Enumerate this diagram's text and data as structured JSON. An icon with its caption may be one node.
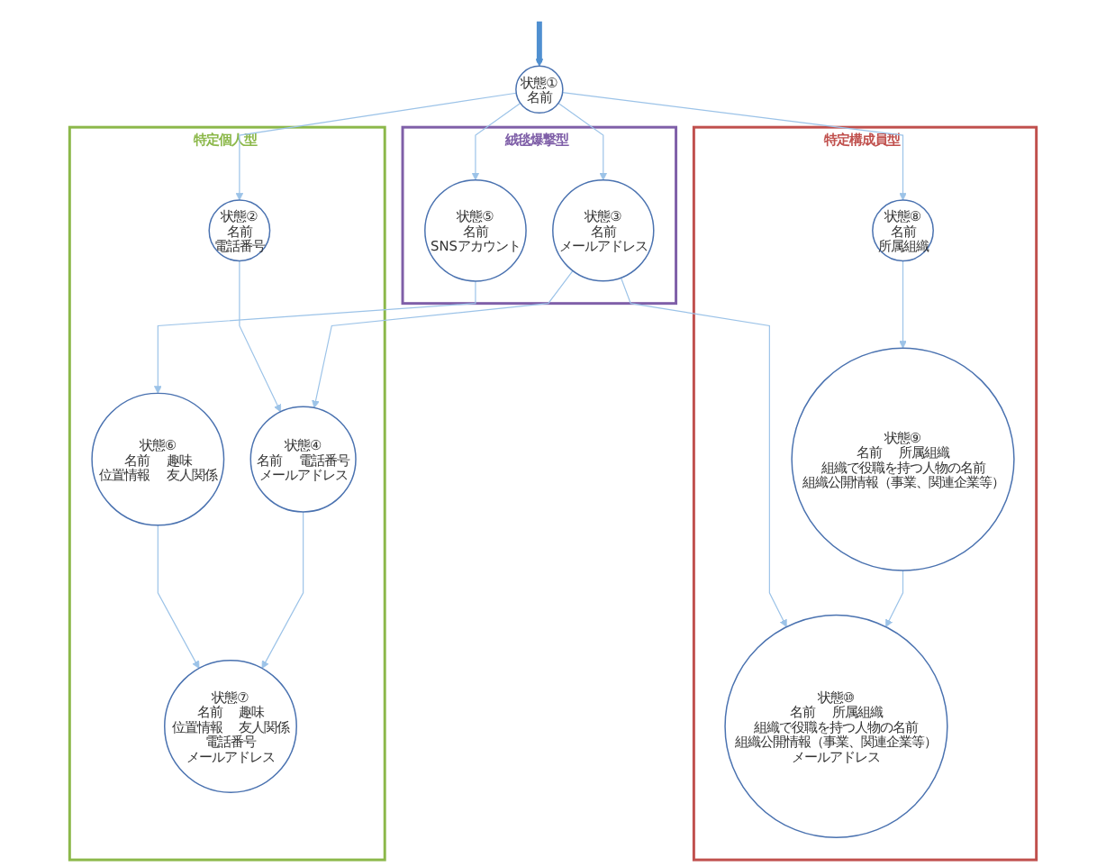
{
  "diagram": {
    "nodes": [
      {
        "text": [
          "状態①",
          "名前"
        ]
      },
      {
        "text": [
          "絨毯爆撃型"
        ]
      },
      {
        "text": [
          "特定構成員型"
        ]
      },
      {
        "text": [
          "状態⑤",
          "名前",
          "SNSアカウント"
        ],
        "in": 1
      },
      {
        "text": [
          "特定個人型"
        ]
      },
      {
        "text": [
          "状態②",
          "名前",
          "電話番号"
        ],
        "in": 4
      },
      {
        "text": [
          "状態③",
          "名前",
          "メールアドレス"
        ],
        "in": 1
      },
      {
        "text": [
          "状態⑧",
          "名前",
          "所属組織"
        ],
        "in": 2
      },
      {
        "text": [
          "状態⑥",
          "名前",
          "趣味",
          "位置情報",
          "友人関係"
        ],
        "in": 4
      },
      {
        "text": [
          "状態④",
          "名前",
          "電話番号",
          "メールアドレス"
        ],
        "in": 4
      },
      {
        "text": [
          "状態⑨",
          "名前",
          "所属組織",
          "組織で役職を持つ人物の名前",
          "組織公開情報（事業、関連企業等）"
        ],
        "in": 2
      },
      {
        "text": [
          "状態⑦",
          "名前",
          "趣味",
          "位置情報",
          "友人関係",
          "電話番号",
          "メールアドレス"
        ],
        "in": 4
      },
      {
        "text": [
          "状態⑩",
          "名前",
          "所属組織",
          "組織で役職を持つ人物の名前",
          "組織公開情報（事業、関連企業等）",
          "メールアドレス"
        ],
        "in": 2
      }
    ],
    "edges": [
      {
        "from": null,
        "to": 0,
        "arrow": "to",
        "style": "thick",
        "color": "#4f8fd0"
      },
      {
        "from": 0,
        "to": 3,
        "arrow": "to"
      },
      {
        "from": 0,
        "to": 5,
        "arrow": "to"
      },
      {
        "from": 0,
        "to": 6,
        "arrow": "to"
      },
      {
        "from": 0,
        "to": 7,
        "arrow": "to"
      },
      {
        "from": 3,
        "to": 8,
        "arrow": "to"
      },
      {
        "from": 5,
        "to": 9,
        "arrow": "to"
      },
      {
        "from": 6,
        "to": 9,
        "arrow": "to"
      },
      {
        "from": 8,
        "to": 11,
        "arrow": "to"
      },
      {
        "from": 9,
        "to": 11,
        "arrow": "to"
      },
      {
        "from": 7,
        "to": 10,
        "arrow": "to"
      },
      {
        "from": 6,
        "to": 12,
        "arrow": "to"
      },
      {
        "from": 10,
        "to": 12,
        "arrow": "to"
      }
    ]
  }
}
